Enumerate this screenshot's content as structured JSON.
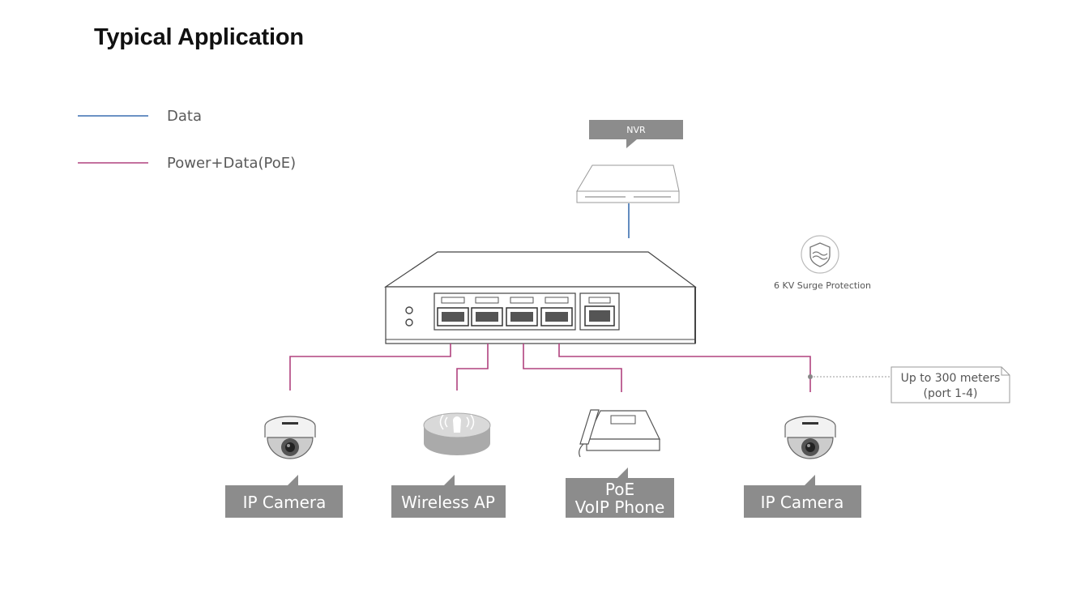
{
  "title": "Typical Application",
  "legend": [
    {
      "label": "Data",
      "color": "#3a6fb0"
    },
    {
      "label": "Power+Data(PoE)",
      "color": "#b0427e"
    }
  ],
  "nvr_label": "NVR",
  "surge": {
    "label": "6 KV Surge Protection",
    "icon": "shield-wave-icon"
  },
  "distance_note": {
    "line1": "Up to 300 meters",
    "line2": "(port 1-4)"
  },
  "devices": [
    {
      "label": "IP Camera",
      "icon": "dome-camera-icon"
    },
    {
      "label": "Wireless AP",
      "icon": "wireless-ap-icon"
    },
    {
      "label_line1": "PoE",
      "label_line2": "VoIP Phone",
      "icon": "voip-phone-icon"
    },
    {
      "label": "IP Camera",
      "icon": "dome-camera-icon"
    }
  ]
}
